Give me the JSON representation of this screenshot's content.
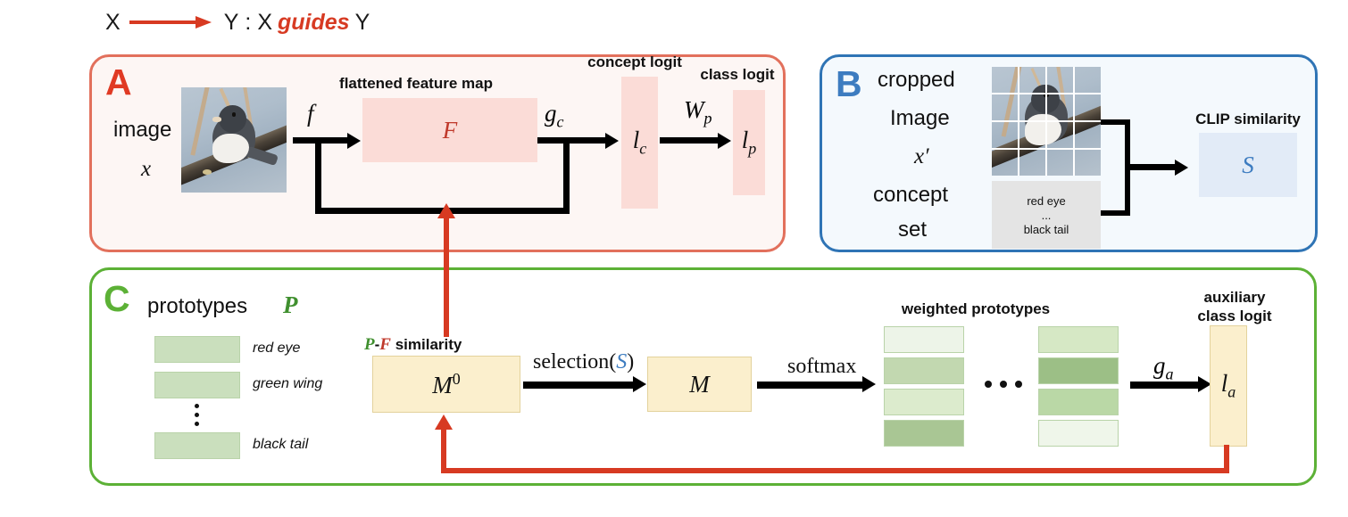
{
  "legend": {
    "x_left": "X",
    "arrow_icon": "red-arrow-right",
    "y_mid": "Y",
    "colon": ":",
    "x_right": "X",
    "guides": "guides",
    "y_right": "Y"
  },
  "panelA": {
    "label": "A",
    "image_label": "image",
    "image_symbol": "x",
    "photo_alt": "bird-photo",
    "f_label": "f",
    "feature_map_title": "flattened feature map",
    "feature_map_symbol": "F",
    "gc_label": "g",
    "gc_sub": "c",
    "concept_logit_title": "concept logit",
    "concept_logit_symbol": "l",
    "concept_logit_sub": "c",
    "wp_label": "W",
    "wp_sub": "p",
    "class_logit_title": "class logit",
    "class_logit_symbol": "l",
    "class_logit_sub": "p"
  },
  "panelB": {
    "label": "B",
    "cropped_line1": "cropped",
    "cropped_line2": "Image",
    "cropped_symbol": "x′",
    "concept_line1": "concept",
    "concept_line2": "set",
    "concept_items": [
      "red eye",
      "...",
      "black tail"
    ],
    "clip_title": "CLIP similarity",
    "clip_symbol": "S"
  },
  "panelC": {
    "label": "C",
    "prototypes_title": "prototypes",
    "prototypes_symbol": "P",
    "prototype_items": [
      "red eye",
      "green wing",
      "black tail"
    ],
    "similarity_title_p": "P",
    "similarity_title_dash": "-",
    "similarity_title_f": "F",
    "similarity_title_rest": "similarity",
    "m0_symbol": "M",
    "m0_sup": "0",
    "selection_label_prefix": "selection(",
    "selection_label_s": "S",
    "selection_label_suffix": ")",
    "m_symbol": "M",
    "softmax_label": "softmax",
    "weighted_title": "weighted prototypes",
    "ellipsis": "···",
    "ga_label": "g",
    "ga_sub": "a",
    "aux_title_line1": "auxiliary",
    "aux_title_line2": "class logit",
    "la_symbol": "l",
    "la_sub": "a"
  },
  "chart_data": {
    "type": "bar",
    "title": "weighted prototypes",
    "stacks": [
      {
        "name": "stack-left",
        "values": [
          0.08,
          0.45,
          0.25,
          0.7
        ]
      },
      {
        "name": "stack-right",
        "values": [
          0.32,
          0.78,
          0.5,
          0.07
        ]
      }
    ],
    "colors": {
      "green": "#8fb878",
      "base": "#cadfbd"
    }
  },
  "colors": {
    "red": "#d73a22",
    "panelA_border": "#e2705c",
    "panelA_bg": "#fdf6f4",
    "blue": "#3d7cc0",
    "panelB_border": "#2f74b5",
    "panelB_bg": "#f4f9fd",
    "green": "#5cb136",
    "pink_box": "#fbdcd7",
    "yellow_box": "#fbefcd",
    "green_box": "#cadfbd",
    "gray_box": "#e4e4e4",
    "blue_box": "#e2ebf7"
  }
}
